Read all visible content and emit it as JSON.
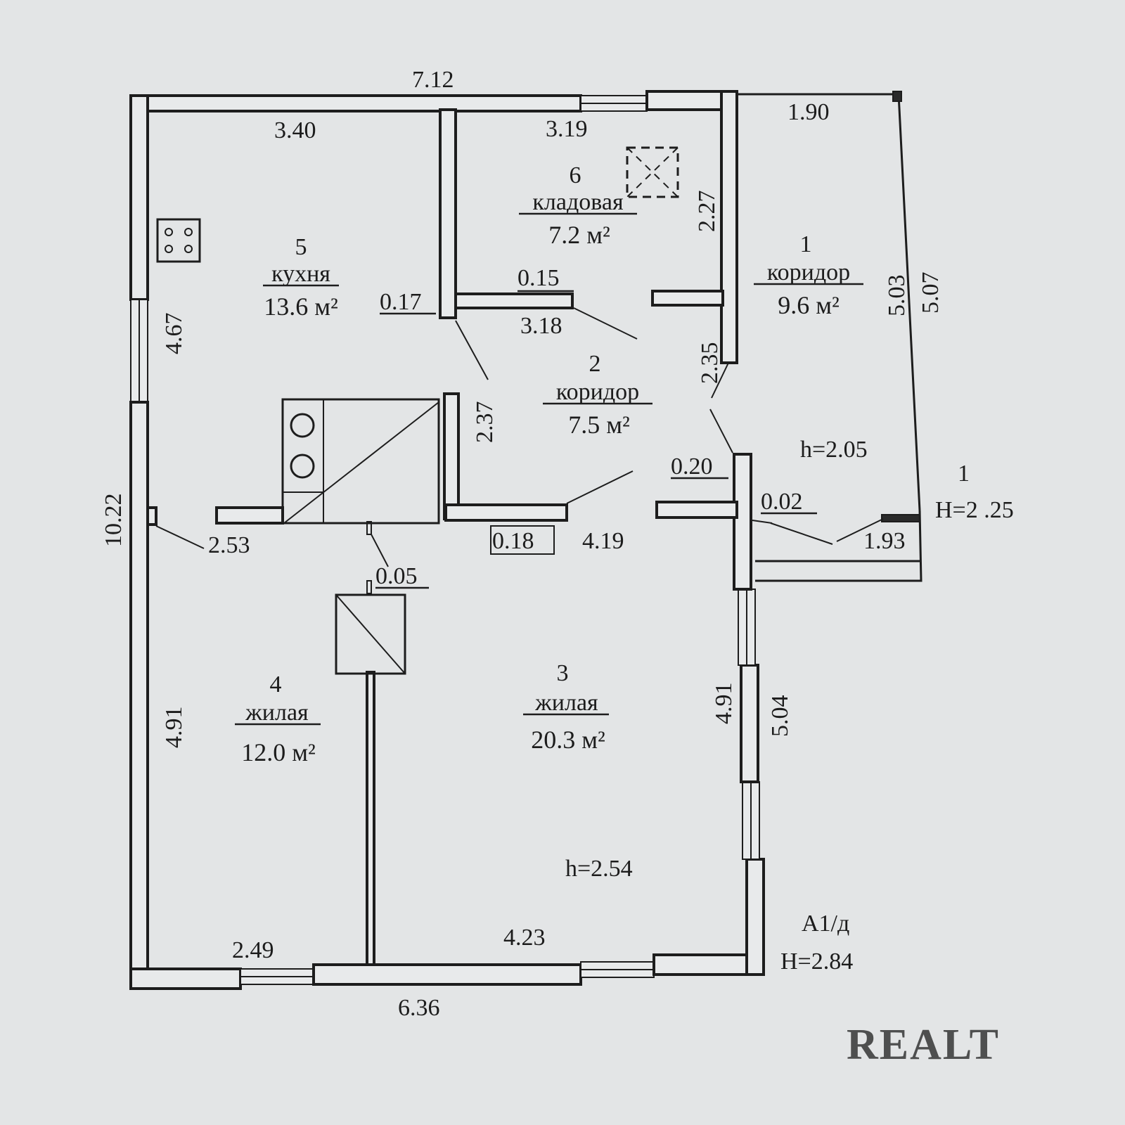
{
  "rooms": [
    {
      "num": "1",
      "name": "коридор",
      "area": "9.6 м²"
    },
    {
      "num": "2",
      "name": "коридор",
      "area": "7.5 м²"
    },
    {
      "num": "3",
      "name": "жилая",
      "area": "20.3 м²"
    },
    {
      "num": "4",
      "name": "жилая",
      "area": "12.0 м²"
    },
    {
      "num": "5",
      "name": "кухня",
      "area": "13.6 м²"
    },
    {
      "num": "6",
      "name": "кладовая",
      "area": "7.2 м²"
    }
  ],
  "dims": {
    "top_total": "7.12",
    "kitchen_top": "3.40",
    "storage_top": "3.19",
    "corridor1_top": "1.90",
    "storage_side": "2.27",
    "corridor1_right_inner": "5.03",
    "corridor1_right_outer": "5.07",
    "kitchen_left": "4.67",
    "total_left": "10.22",
    "wall_017": "0.17",
    "wall_015": "0.15",
    "storage_bottom": "3.18",
    "corridor2_right": "2.35",
    "corridor2_left": "2.37",
    "wall_020": "0.20",
    "wall_002": "0.02",
    "kitchen_bottom": "2.53",
    "wall_018": "0.18",
    "corridor2_bottom": "4.19",
    "corridor1_bottom": "1.93",
    "wall_005": "0.05",
    "room4_left": "4.91",
    "room3_right_inner": "4.91",
    "room3_right_outer": "5.04",
    "room4_bottom": "2.49",
    "room3_bottom": "4.23",
    "bottom_total": "6.36"
  },
  "heights": {
    "corridor1_h": "h=2.05",
    "room3_h": "h=2.54"
  },
  "blocks": {
    "annex_label": "1",
    "annex_height": "H=2 .25",
    "main_label": "А1/д",
    "main_height": "H=2.84"
  },
  "watermark": "REALT"
}
